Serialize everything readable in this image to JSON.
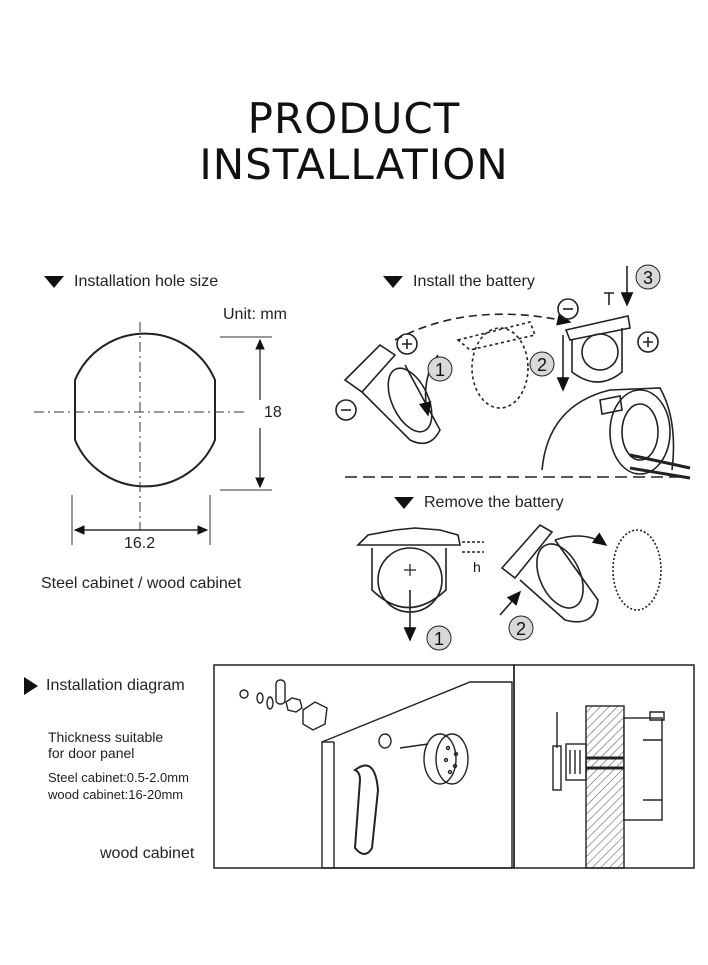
{
  "title": {
    "line1": "PRODUCT",
    "line2": "INSTALLATION"
  },
  "hole": {
    "heading": "Installation hole size",
    "unit": "Unit: mm",
    "height": "18",
    "width": "16.2",
    "caption": "Steel cabinet / wood cabinet"
  },
  "battery_install": {
    "heading": "Install the battery",
    "steps": [
      "1",
      "2",
      "3"
    ]
  },
  "battery_remove": {
    "heading": "Remove the battery",
    "steps": [
      "1",
      "2"
    ],
    "gap_label": "h"
  },
  "diagram": {
    "heading": "Installation diagram",
    "thickness_line1": "Thickness suitable",
    "thickness_line2": "for door panel",
    "steel": "Steel cabinet:0.5-2.0mm",
    "wood_range": "wood cabinet:16-20mm",
    "caption": "wood cabinet"
  }
}
